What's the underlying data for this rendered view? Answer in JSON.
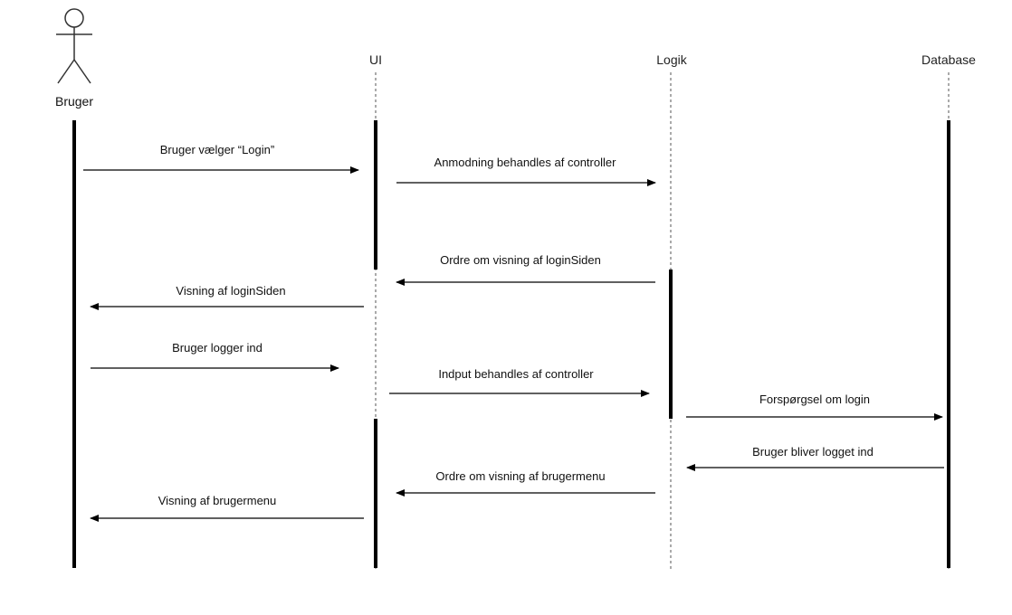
{
  "actor": {
    "label": "Bruger"
  },
  "participants": [
    {
      "id": "ui",
      "label": "UI"
    },
    {
      "id": "logik",
      "label": "Logik"
    },
    {
      "id": "database",
      "label": "Database"
    }
  ],
  "messages": [
    {
      "id": "m1",
      "label": "Bruger vælger “Login”"
    },
    {
      "id": "m2",
      "label": "Anmodning behandles af controller"
    },
    {
      "id": "m3",
      "label": "Ordre om visning af  loginSiden"
    },
    {
      "id": "m4",
      "label": "Visning af loginSiden"
    },
    {
      "id": "m5",
      "label": "Bruger logger ind"
    },
    {
      "id": "m6",
      "label": "Indput behandles af controller"
    },
    {
      "id": "m7",
      "label": "Forspørgsel om login"
    },
    {
      "id": "m8",
      "label": "Bruger bliver logget ind"
    },
    {
      "id": "m9",
      "label": "Ordre om visning af brugermenu"
    },
    {
      "id": "m10",
      "label": "Visning af brugermenu"
    }
  ]
}
